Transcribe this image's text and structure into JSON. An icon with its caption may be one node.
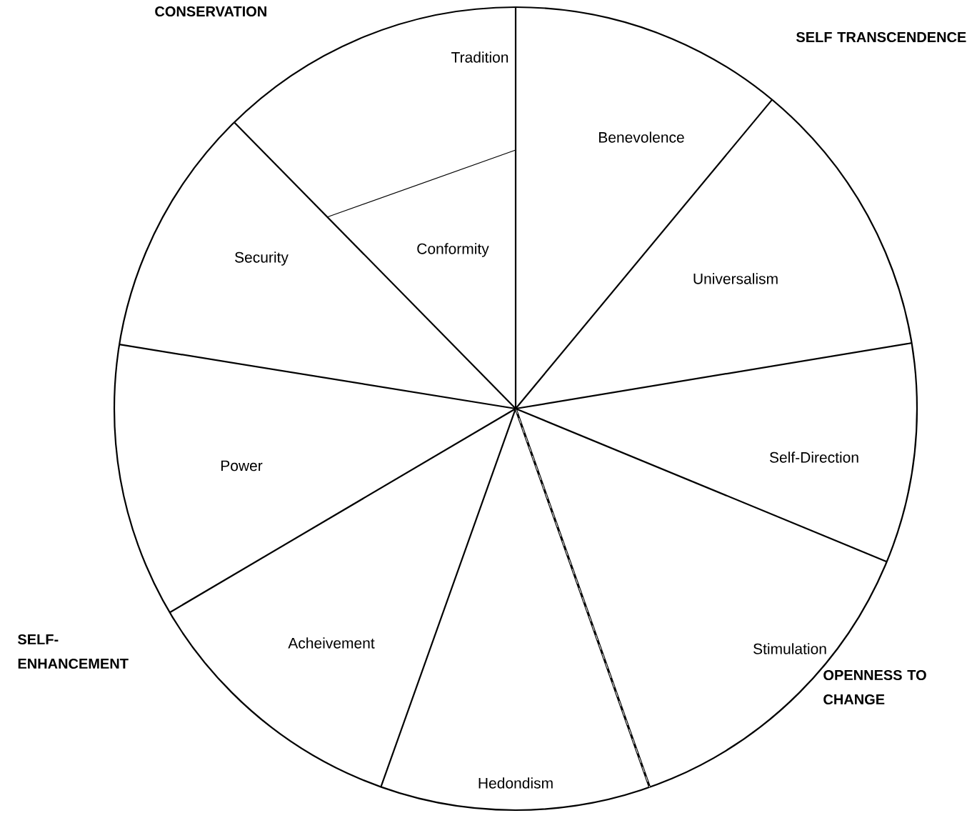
{
  "diagram": {
    "nodes": [
      {
        "text": [
          "Tradition"
        ]
      },
      {
        "text": [
          "Benevolence"
        ]
      },
      {
        "text": [
          "Conformity"
        ]
      },
      {
        "text": [
          "Security"
        ]
      },
      {
        "text": [
          "Universalism"
        ]
      },
      {
        "text": [
          "Self-Direction"
        ]
      },
      {
        "text": [
          "Power"
        ]
      },
      {
        "text": [
          "Acheivement"
        ]
      },
      {
        "text": [
          "Stimulation"
        ]
      },
      {
        "text": [
          "Hedondism"
        ]
      }
    ],
    "labels": [
      "CONSERVATION",
      "SELF TRANSCENDENCE",
      "SELF- ENHANCEMENT",
      "OPENNESS TO CHANGE"
    ]
  }
}
